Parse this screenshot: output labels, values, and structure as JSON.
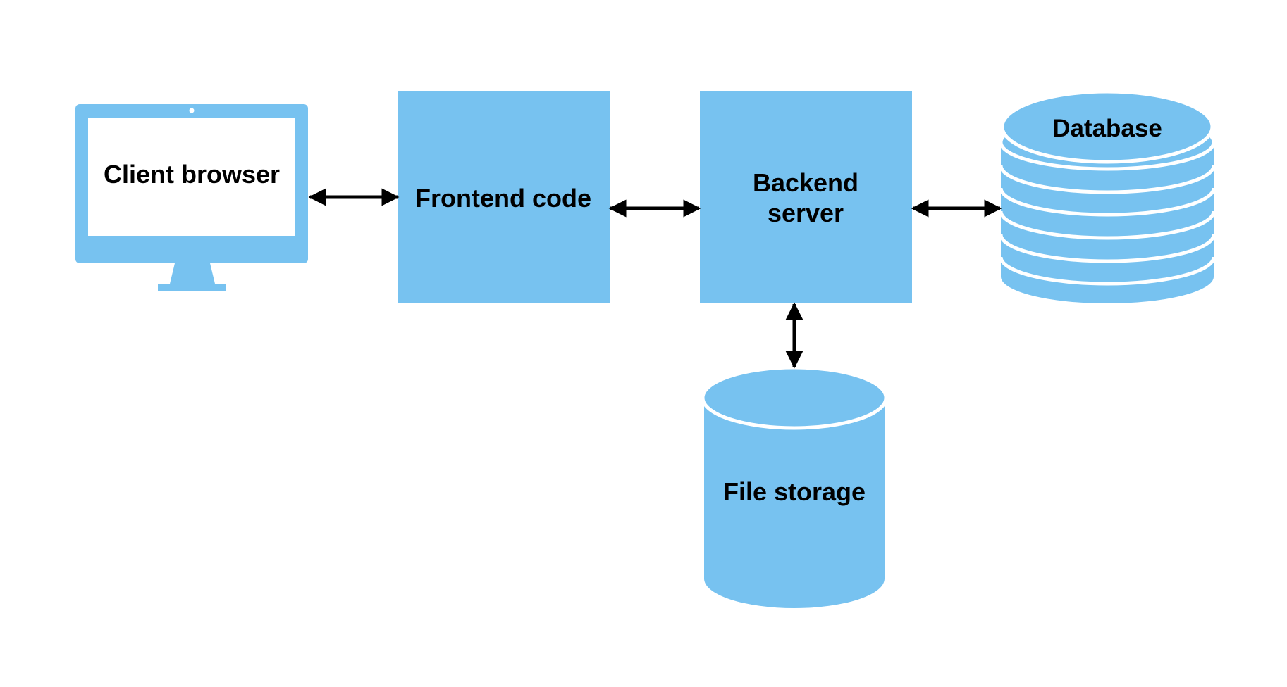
{
  "colors": {
    "node_fill": "#77c2f0",
    "screen_fill": "#ffffff",
    "arrow": "#000000",
    "background": "#ffffff"
  },
  "nodes": {
    "client_browser": {
      "label": "Client browser",
      "icon": "monitor-icon"
    },
    "frontend_code": {
      "label": "Frontend code"
    },
    "backend_server": {
      "label_line1": "Backend",
      "label_line2": "server"
    },
    "database": {
      "label": "Database",
      "icon": "stacked-database-icon"
    },
    "file_storage": {
      "label": "File storage",
      "icon": "cylinder-icon"
    }
  },
  "edges": [
    {
      "from": "client_browser",
      "to": "frontend_code",
      "direction": "bidirectional"
    },
    {
      "from": "frontend_code",
      "to": "backend_server",
      "direction": "bidirectional"
    },
    {
      "from": "backend_server",
      "to": "database",
      "direction": "bidirectional"
    },
    {
      "from": "backend_server",
      "to": "file_storage",
      "direction": "bidirectional"
    }
  ]
}
